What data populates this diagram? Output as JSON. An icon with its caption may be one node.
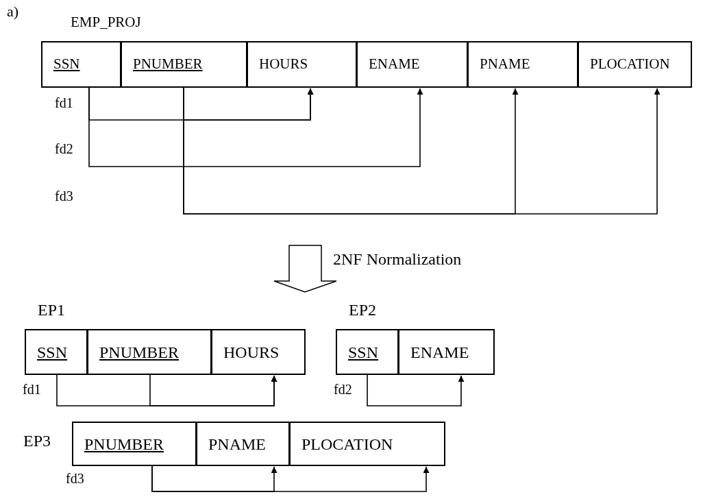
{
  "diagram": {
    "nodes": [
      {
        "text": [
          "EMP_PROJ"
        ]
      },
      {
        "text": [
          "SSN"
        ],
        "in": 0
      },
      {
        "text": [
          "PNUMBER"
        ],
        "in": 0
      },
      {
        "text": [
          "HOURS"
        ],
        "in": 0
      },
      {
        "text": [
          "ENAME"
        ],
        "in": 0
      },
      {
        "text": [
          "PNAME"
        ],
        "in": 0
      },
      {
        "text": [
          "PLOCATION"
        ],
        "in": 0
      },
      {
        "text": [
          "EP1"
        ]
      },
      {
        "text": [
          "SSN"
        ],
        "in": 7
      },
      {
        "text": [
          "PNUMBER"
        ],
        "in": 7
      },
      {
        "text": [
          "HOURS"
        ],
        "in": 7
      },
      {
        "text": [
          "EP2"
        ]
      },
      {
        "text": [
          "SSN"
        ],
        "in": 11
      },
      {
        "text": [
          "ENAME"
        ],
        "in": 11
      },
      {
        "text": [
          "EP3"
        ]
      },
      {
        "text": [
          "PNUMBER"
        ],
        "in": 14
      },
      {
        "text": [
          "PNAME"
        ],
        "in": 14
      },
      {
        "text": [
          "PLOCATION"
        ],
        "in": 14
      }
    ],
    "edges": [
      {
        "from": 1,
        "to": 3,
        "arrow": "to"
      },
      {
        "from": 2,
        "to": 3,
        "arrow": "to"
      },
      {
        "from": 1,
        "to": 4,
        "arrow": "to"
      },
      {
        "from": 2,
        "to": 5,
        "arrow": "to"
      },
      {
        "from": 2,
        "to": 6,
        "arrow": "to"
      },
      {
        "from": 8,
        "to": 10,
        "arrow": "to"
      },
      {
        "from": 9,
        "to": 10,
        "arrow": "to"
      },
      {
        "from": 12,
        "to": 13,
        "arrow": "to"
      },
      {
        "from": 15,
        "to": 16,
        "arrow": "to"
      },
      {
        "from": 15,
        "to": 17,
        "arrow": "to"
      }
    ],
    "labels": [
      "a)",
      "fd1",
      "fd2",
      "fd3",
      "2NF Normalization",
      "fd1",
      "fd2",
      "fd3"
    ]
  }
}
